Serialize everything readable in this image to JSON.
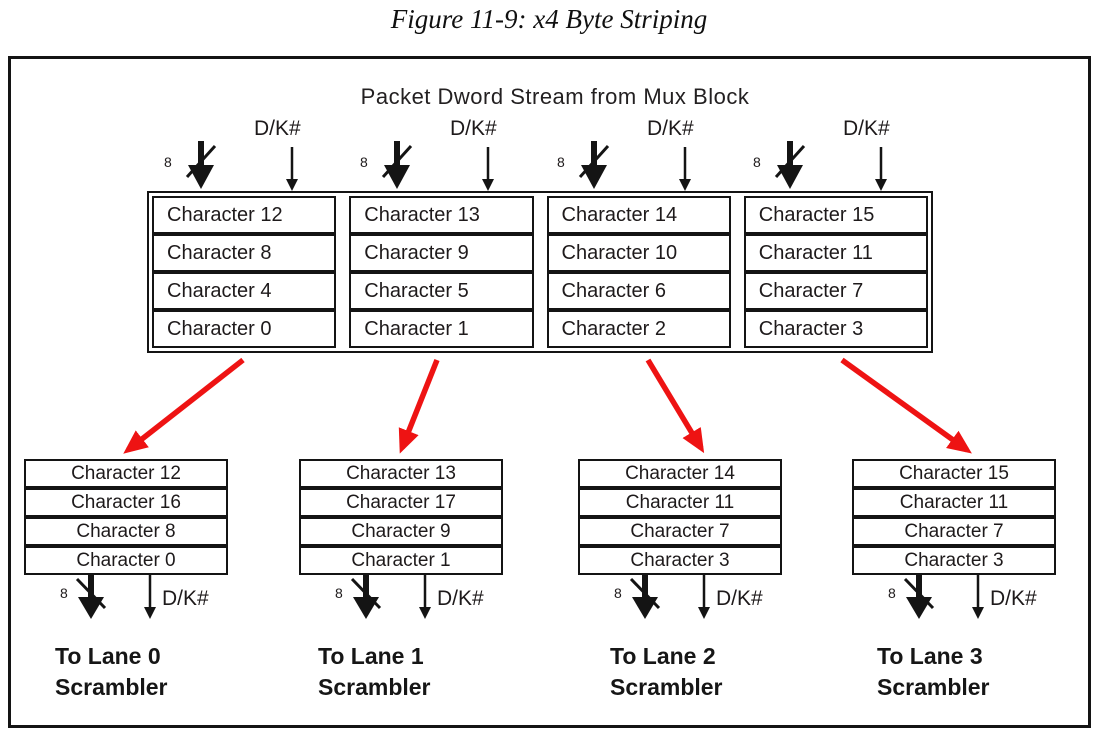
{
  "figure": {
    "title": "Figure 11-9: x4 Byte Striping"
  },
  "diagram": {
    "header": "Packet Dword Stream from Mux Block",
    "bus_width_label": "8",
    "dk_label": "D/K#",
    "main_table": {
      "rows": [
        [
          "Character 12",
          "Character 13",
          "Character 14",
          "Character 15"
        ],
        [
          "Character 8",
          "Character 9",
          "Character 10",
          "Character 11"
        ],
        [
          "Character 4",
          "Character 5",
          "Character 6",
          "Character 7"
        ],
        [
          "Character 0",
          "Character 1",
          "Character 2",
          "Character 3"
        ]
      ]
    },
    "lanes": [
      {
        "cells": [
          "Character 12",
          "Character 16",
          "Character 8",
          "Character 0"
        ],
        "label_line1": "To Lane 0",
        "label_line2": "Scrambler"
      },
      {
        "cells": [
          "Character 13",
          "Character 17",
          "Character 9",
          "Character 1"
        ],
        "label_line1": "To Lane 1",
        "label_line2": "Scrambler"
      },
      {
        "cells": [
          "Character 14",
          "Character 11",
          "Character 7",
          "Character 3"
        ],
        "label_line1": "To Lane 2",
        "label_line2": "Scrambler"
      },
      {
        "cells": [
          "Character 15",
          "Character 11",
          "Character 7",
          "Character 3"
        ],
        "label_line1": "To Lane 3",
        "label_line2": "Scrambler"
      }
    ],
    "colors": {
      "arrow_red": "#ee1313",
      "ink": "#141414"
    }
  }
}
